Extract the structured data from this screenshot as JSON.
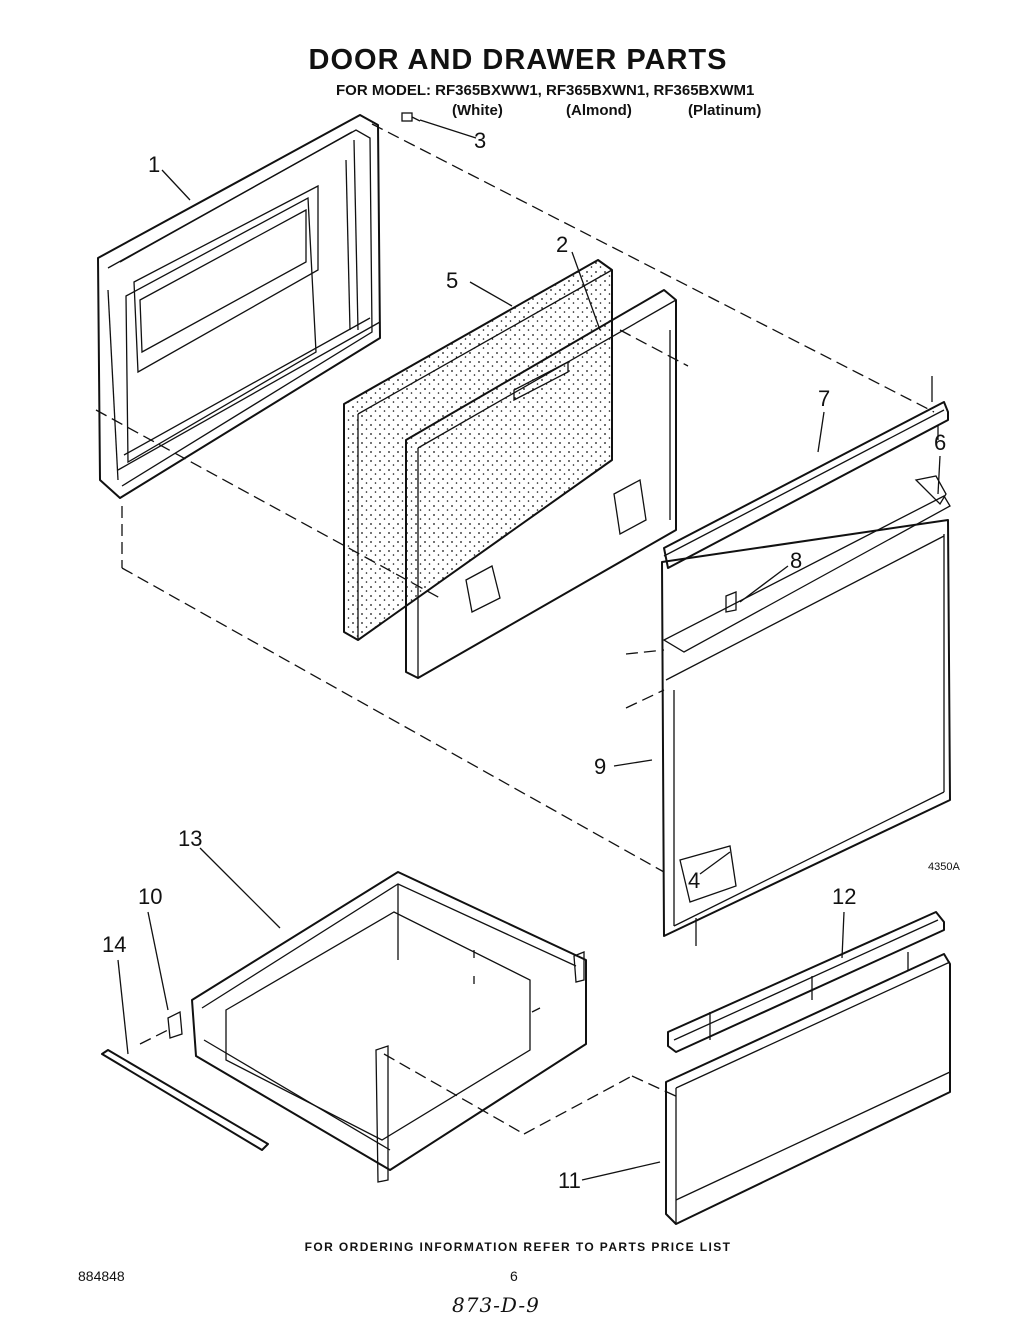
{
  "header": {
    "title": "DOOR AND DRAWER PARTS",
    "model_line": "FOR MODEL: RF365BXWW1, RF365BXWN1, RF365BXWM1",
    "colors": [
      "(White)",
      "(Almond)",
      "(Platinum)"
    ]
  },
  "diagram": {
    "figure_code": "4350A",
    "callouts": [
      "1",
      "2",
      "3",
      "4",
      "5",
      "6",
      "7",
      "8",
      "9",
      "10",
      "11",
      "12",
      "13",
      "14"
    ]
  },
  "footer": {
    "instruction": "FOR ORDERING INFORMATION REFER TO PARTS PRICE LIST",
    "doc_number": "884848",
    "page_number": "6",
    "handwritten": "873-D-9"
  }
}
